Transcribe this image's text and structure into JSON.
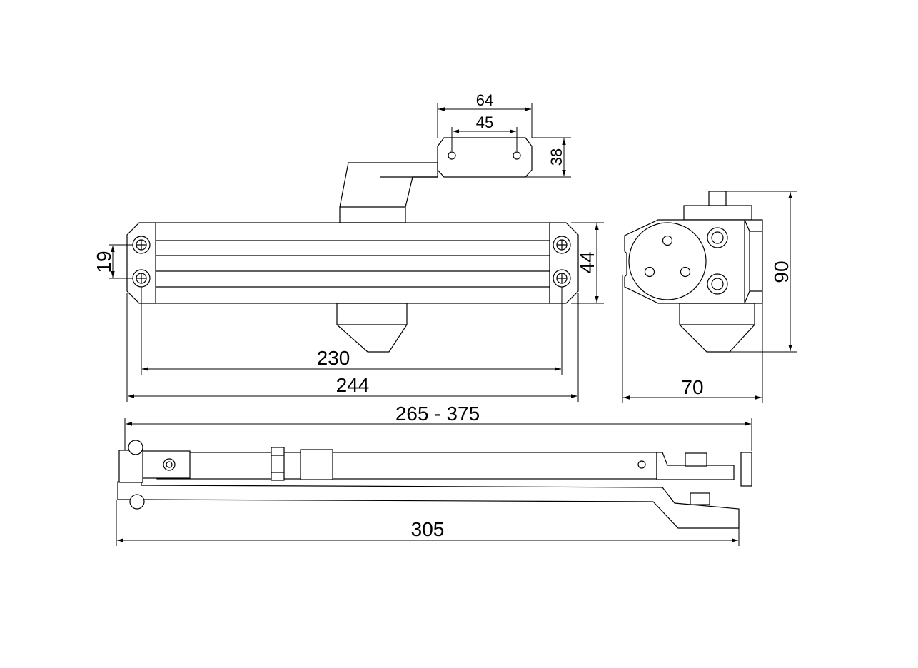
{
  "title": "Door closer dimensional drawing",
  "dimensions": {
    "bracket_width": "64",
    "bracket_hole_spacing": "45",
    "bracket_height": "38",
    "body_hole_spacing_vertical": "19",
    "body_height": "44",
    "body_hole_spacing_horizontal": "230",
    "body_length": "244",
    "side_height": "90",
    "side_width": "70",
    "arm_range": "265 - 375",
    "arm_length": "305"
  }
}
